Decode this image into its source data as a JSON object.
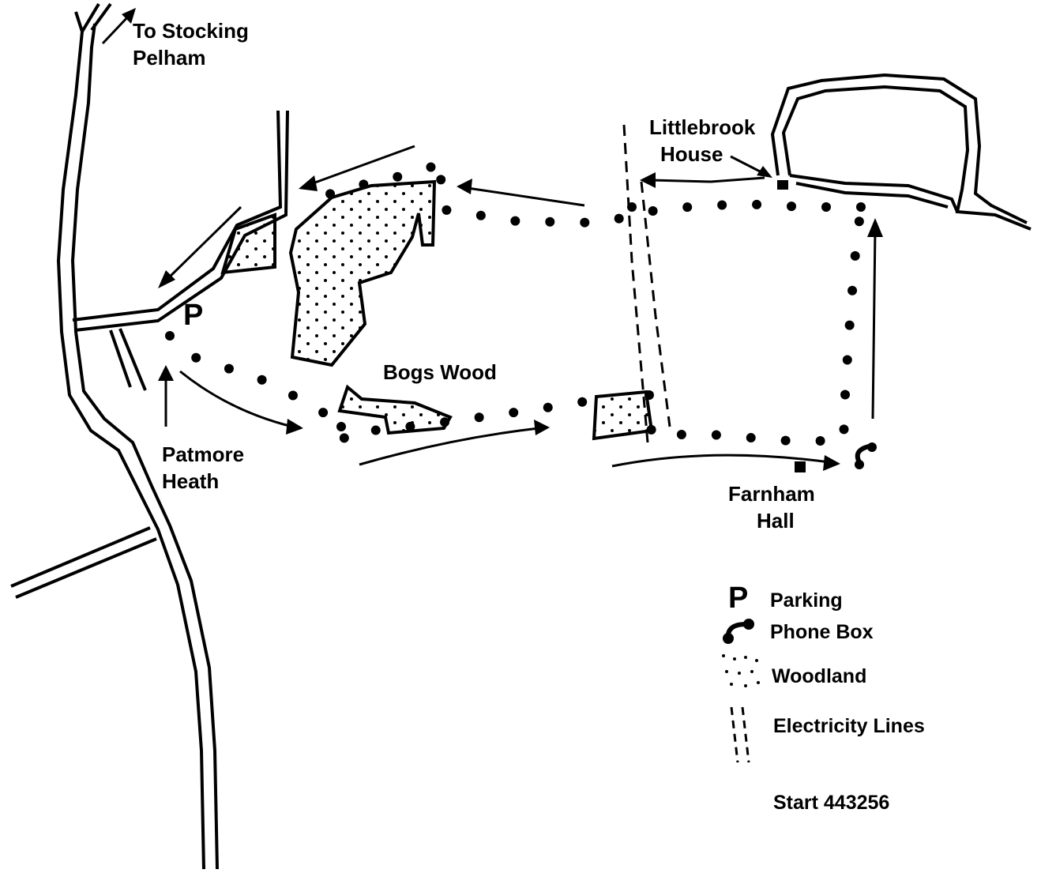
{
  "labels": {
    "stocking": [
      "To Stocking",
      "Pelham"
    ],
    "littlebrook": [
      "Littlebrook",
      "House"
    ],
    "bogs_wood": "Bogs Wood",
    "patmore": [
      "Patmore",
      "Heath"
    ],
    "farnham": [
      "Farnham",
      "Hall"
    ],
    "parking_symbol": "P"
  },
  "legend": {
    "parking_symbol": "P",
    "parking": "Parking",
    "phone_box": "Phone Box",
    "woodland": "Woodland",
    "electricity": "Electricity Lines",
    "start": "Start 443256"
  },
  "colors": {
    "ink": "#000000",
    "paper": "#ffffff"
  }
}
